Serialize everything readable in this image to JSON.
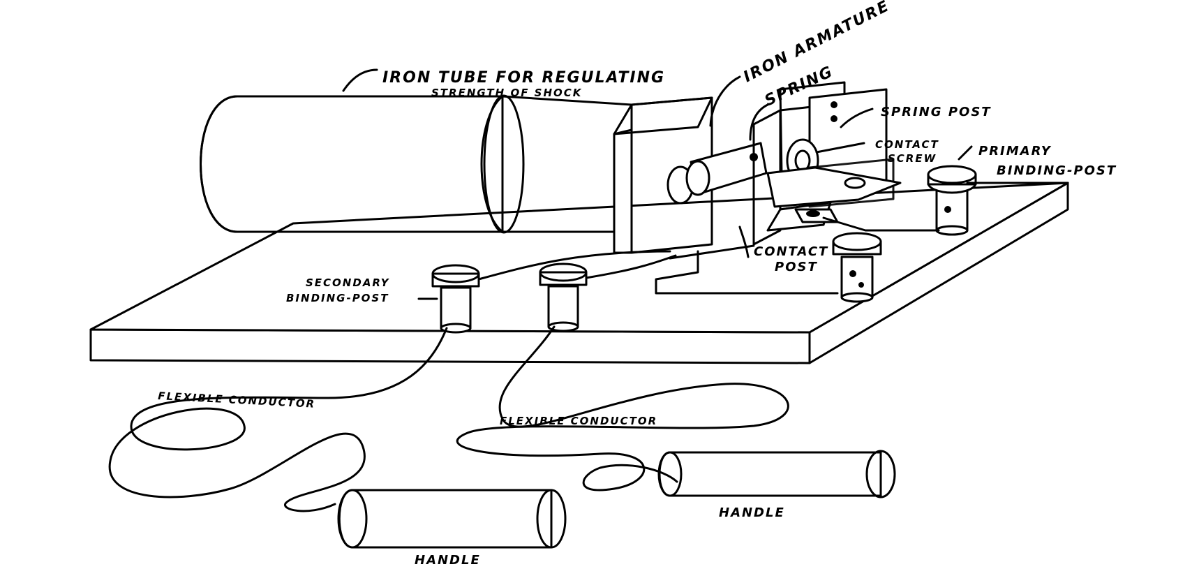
{
  "figure": {
    "labels": {
      "iron_tube_line1": "IRON TUBE FOR REGULATING",
      "iron_tube_line2": "STRENGTH OF SHOCK",
      "iron_armature": "IRON ARMATURE",
      "spring": "SPRING",
      "spring_post": "SPRING POST",
      "contact_screw_line1": "CONTACT",
      "contact_screw_line2": "SCREW",
      "primary_post_line1": "PRIMARY",
      "primary_post_line2": "BINDING-POST",
      "contact_post_line1": "CONTACT",
      "contact_post_line2": "POST",
      "secondary_post_line1": "SECONDARY",
      "secondary_post_line2": "BINDING-POST",
      "flexible_conductor_left": "FLEXIBLE CONDUCTOR",
      "flexible_conductor_right": "FLEXIBLE CONDUCTOR",
      "handle_left": "HANDLE",
      "handle_right": "HANDLE"
    }
  }
}
